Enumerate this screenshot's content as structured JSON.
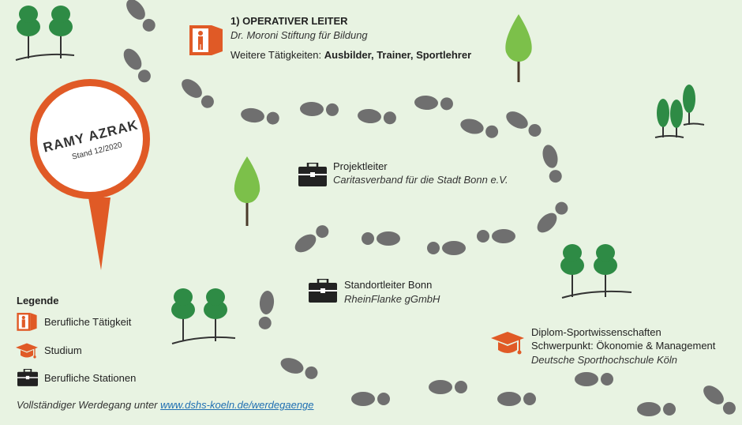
{
  "profile": {
    "name": "RAMY AZRAK",
    "stand": "Stand 12/2020"
  },
  "stations": {
    "operativer_leiter": {
      "title": "1) OPERATIVER LEITER",
      "org": "Dr. Moroni Stiftung für Bildung",
      "weitere_prefix": "Weitere Tätigkeiten: ",
      "weitere_value": "Ausbilder, Trainer, Sportlehrer"
    },
    "projektleiter": {
      "title": "Projektleiter",
      "org": "Caritasverband für die Stadt Bonn e.V."
    },
    "standortleiter": {
      "title": "Standortleiter Bonn",
      "org": "RheinFlanke gGmbH"
    },
    "studium": {
      "line1": "Diplom-Sportwissenschaften",
      "line2": "Schwerpunkt: Ökonomie & Management",
      "org": "Deutsche Sporthochschule Köln"
    }
  },
  "legend": {
    "title": "Legende",
    "items": [
      {
        "label": "Berufliche Tätigkeit",
        "icon": "door-person-icon"
      },
      {
        "label": "Studium",
        "icon": "graduation-cap-icon"
      },
      {
        "label": "Berufliche Stationen",
        "icon": "briefcase-icon"
      }
    ]
  },
  "footer": {
    "prefix": "Vollständiger Werdegang unter ",
    "link": "www.dshs-koeln.de/werdegaenge"
  },
  "colors": {
    "background": "#e8f3e2",
    "accent": "#e05a26",
    "footprint": "#6f6f6f",
    "tree_dark": "#2e8b45",
    "tree_light": "#7cc04a"
  }
}
